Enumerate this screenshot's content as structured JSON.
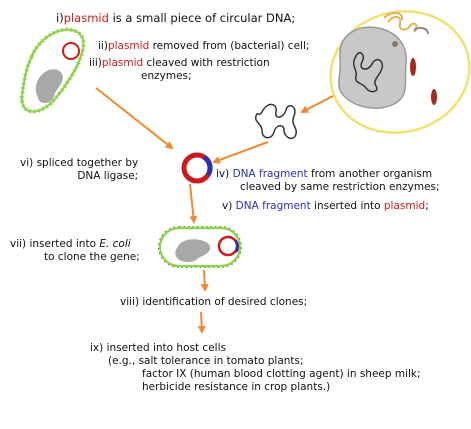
{
  "colors": {
    "plasmid_red": "#cc1a1a",
    "fragment_blue": "#2b2fb8",
    "arrow_orange": "#ee8a2e",
    "cell_green": "#8fd14f",
    "cell_green_dots": "#3a9a2a",
    "nucleoid_gray": "#a8a8a8",
    "yeast_yellow": "#f2e070",
    "nucleus_gray": "#c8c8c8",
    "mito_red": "#a52a1a"
  },
  "steps": {
    "s1": {
      "num": "i)",
      "term": "plasmid",
      "rest": " is a small piece of circular DNA;"
    },
    "s2": {
      "num": "ii)",
      "term": "plasmid",
      "rest": " removed from (bacterial) cell;"
    },
    "s3": {
      "num": "iii)",
      "term": "plasmid",
      "rest": " cleaved with restriction",
      "line2": "enzymes;"
    },
    "s4": {
      "num": "iv)",
      "term": "DNA fragment",
      "rest": " from another organism",
      "line2": "cleaved by same restriction enzymes;"
    },
    "s5": {
      "num": "v)",
      "term": "DNA fragment",
      "rest": " inserted into ",
      "term2": "plasmid",
      "end": ";"
    },
    "s6": {
      "line1": "vi) spliced together by",
      "line2": "DNA ligase;"
    },
    "s7": {
      "pre": "vii) inserted into ",
      "italic": "E. coli",
      "line2": "to clone the gene;"
    },
    "s8": {
      "line1": "viii) identification of desired clones;"
    },
    "s9": {
      "line1": "ix) inserted into host cells",
      "line2": "(e.g., salt tolerance in tomato plants;",
      "line3": "factor IX (human blood clotting agent) in sheep milk;",
      "line4": "herbicide resistance in crop plants.)"
    }
  }
}
